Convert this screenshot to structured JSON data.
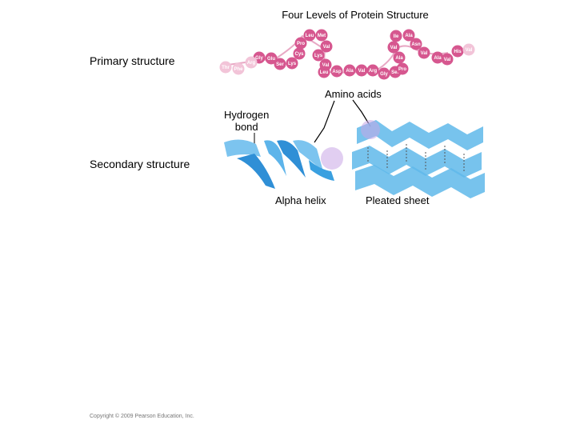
{
  "title": "Four Levels of Protein Structure",
  "labels": {
    "primary_structure": "Primary structure",
    "secondary_structure": "Secondary structure",
    "amino_acids": "Amino acids",
    "hydrogen_bond_line1": "Hydrogen",
    "hydrogen_bond_line2": "bond",
    "alpha_helix": "Alpha helix",
    "pleated_sheet": "Pleated sheet"
  },
  "amino_acid_chain": [
    "Thr",
    "Gly",
    "Glu",
    "Ser",
    "Lys",
    "Cys",
    "Pro",
    "Leu",
    "Met",
    "Val",
    "Lys",
    "Val",
    "Leu",
    "Asp",
    "Ala",
    "Val",
    "Arg",
    "Gly",
    "Ser",
    "Pro",
    "Ala",
    "Val",
    "Ile",
    "Ala",
    "Asn",
    "Val",
    "Ala",
    "Val",
    "His",
    "Val",
    "Phe",
    "Arg"
  ],
  "copyright": "Copyright © 2009 Pearson Education, Inc.",
  "colors": {
    "bead": "#d6578f",
    "bead_faded": "#f2c4d8",
    "helix_ribbon": "#3aa0e0",
    "sheet_ribbon": "#5fb8ea",
    "highlight_circle": "#c9a6e6"
  }
}
